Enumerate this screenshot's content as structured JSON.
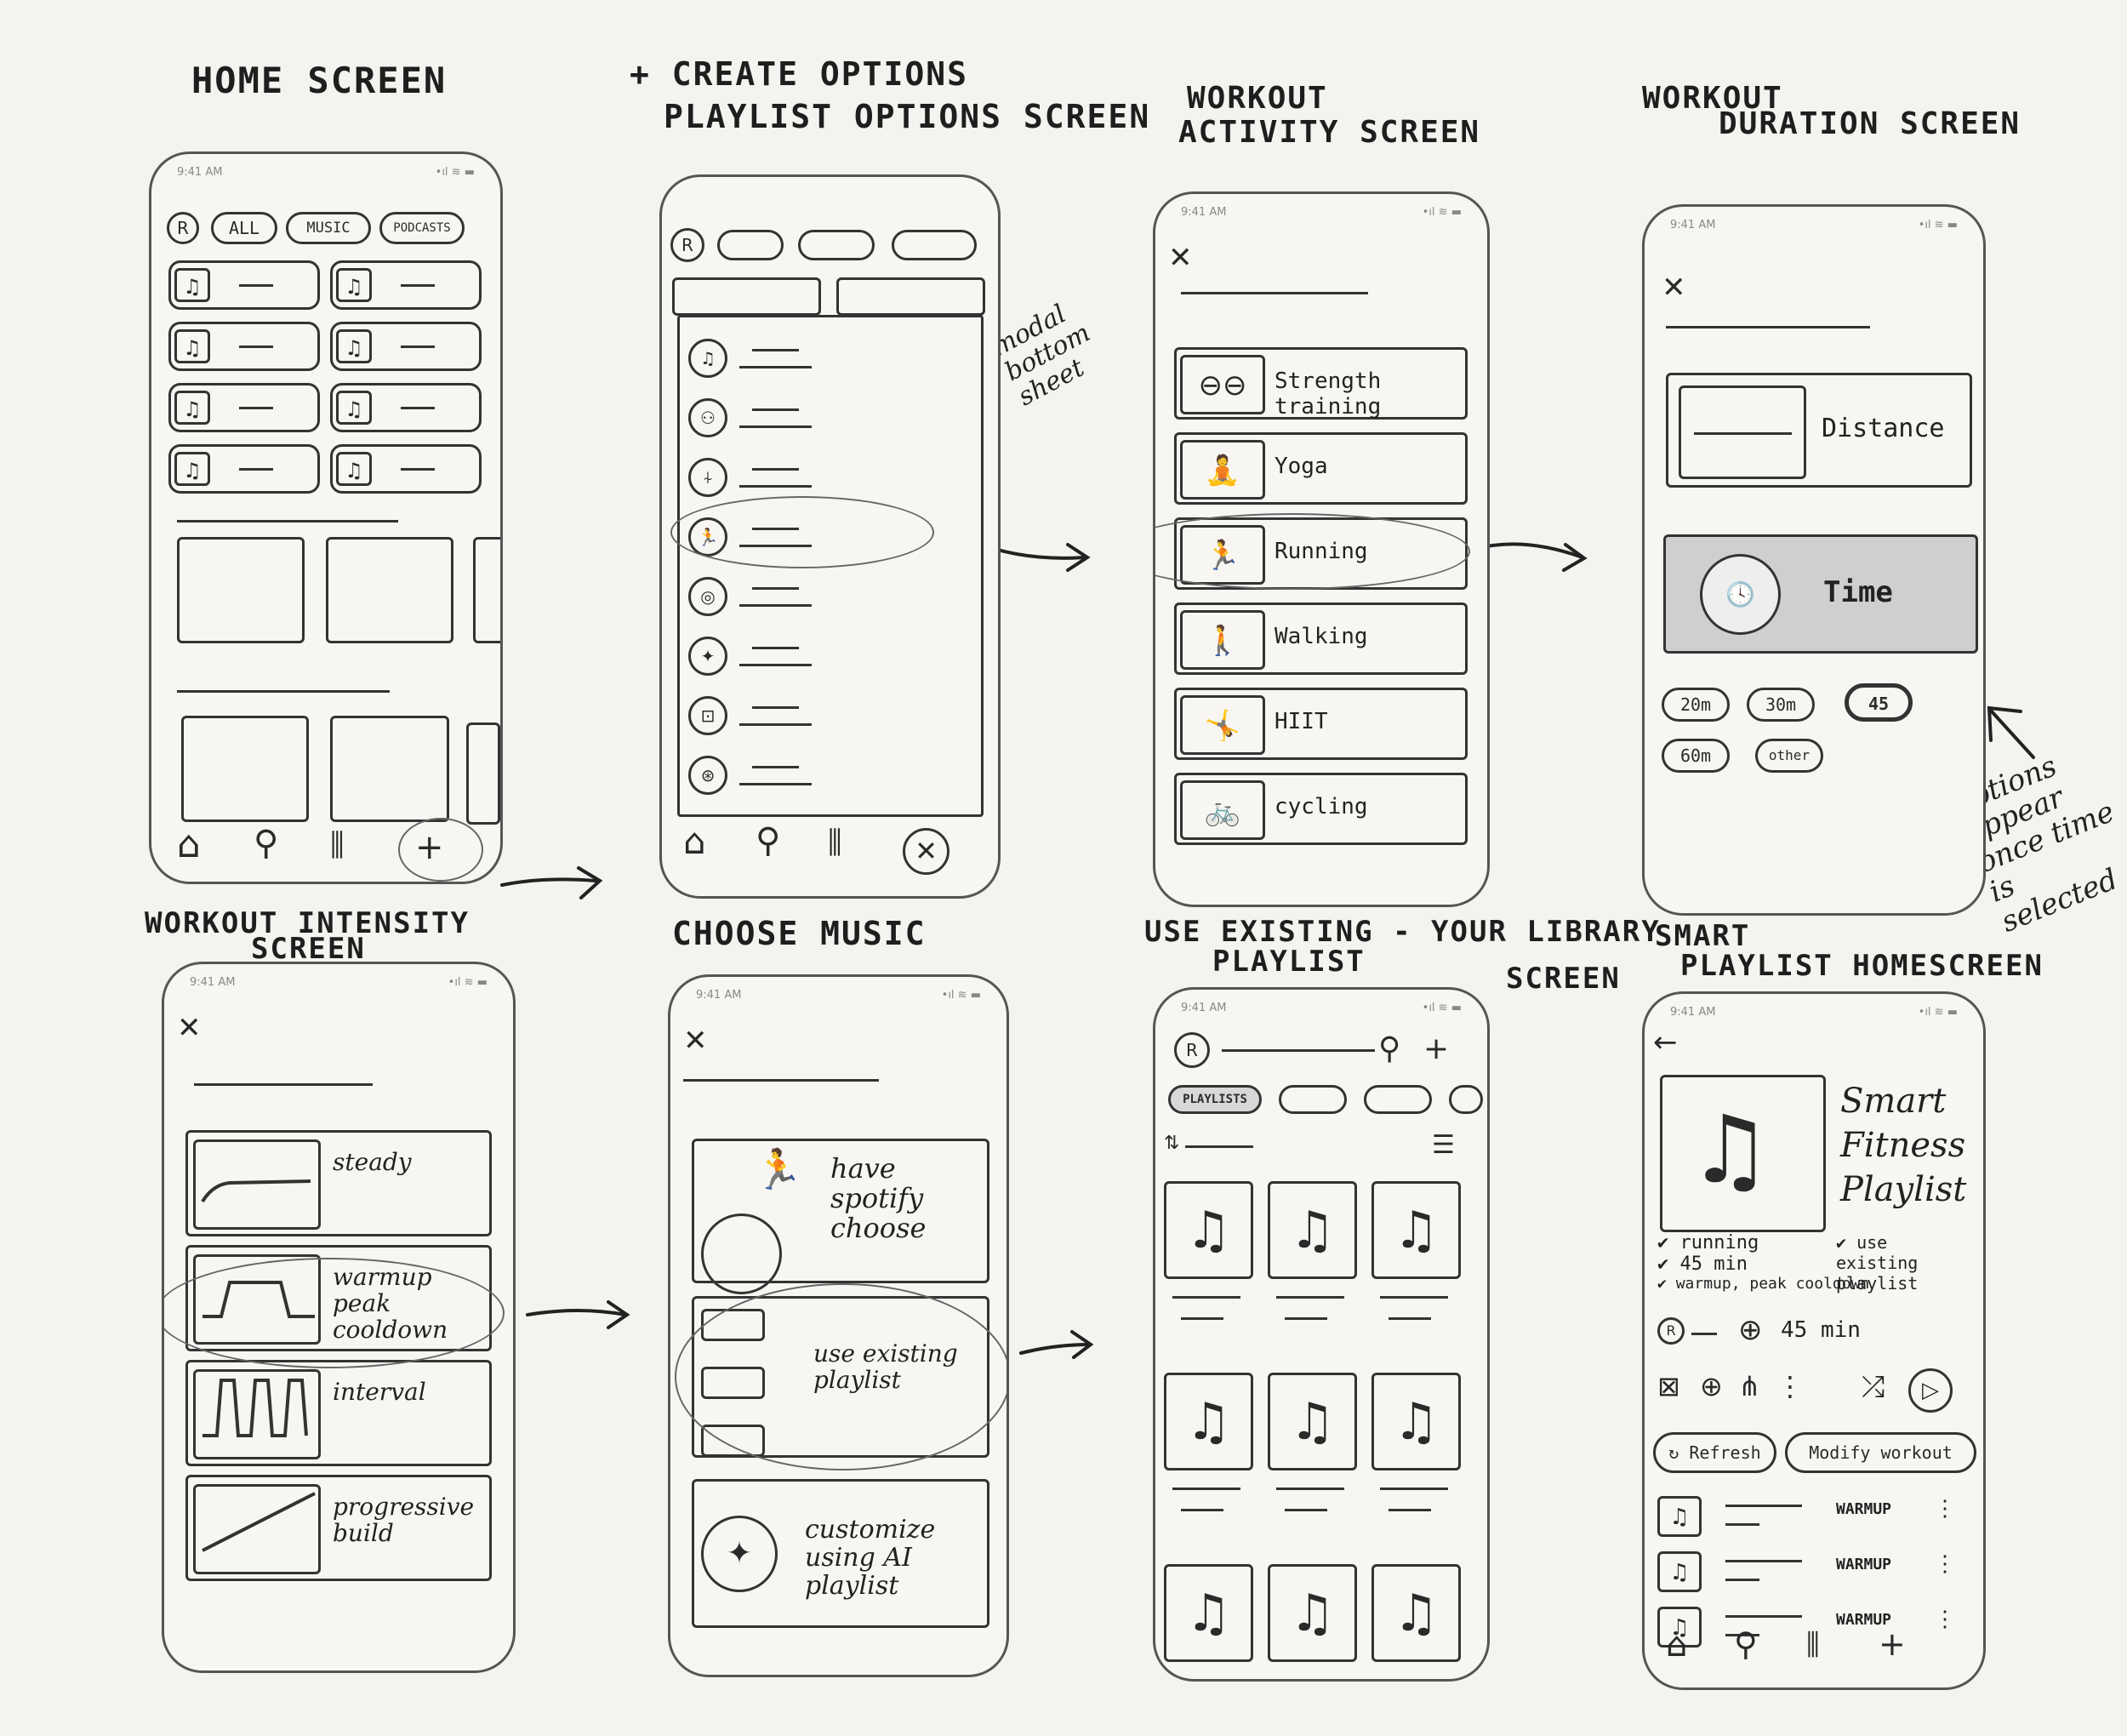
{
  "titles": {
    "home": "HOME SCREEN",
    "create": "+ CREATE OPTIONS",
    "create2": "PLAYLIST OPTIONS SCREEN",
    "activity": "WORKOUT",
    "activity2": "ACTIVITY SCREEN",
    "duration": "WORKOUT",
    "duration2": "DURATION SCREEN",
    "intensity": "WORKOUT INTENSITY",
    "intensity2": "SCREEN",
    "music": "CHOOSE MUSIC",
    "library": "USE EXISTING - YOUR LIBRARY",
    "library2": "PLAYLIST",
    "library3": "SCREEN",
    "smart": "SMART",
    "smart2": "PLAYLIST HOMESCREEN"
  },
  "notes": {
    "modal": "modal bottom sheet",
    "options": "options appear once time is selected"
  },
  "status": {
    "time": "9:41 AM",
    "signal": "•ıl ≋ ▬"
  },
  "home": {
    "avatar": "R",
    "chips": [
      "ALL",
      "MUSIC",
      "PODCASTS"
    ]
  },
  "activities": [
    "Strength training",
    "Yoga",
    "Running",
    "Walking",
    "HIIT",
    "cycling"
  ],
  "duration": {
    "options": [
      "Distance",
      "Time"
    ],
    "times": [
      "20m",
      "30m",
      "45",
      "60m",
      "other"
    ]
  },
  "intensity": [
    "steady",
    "warmup peak cooldown",
    "interval",
    "progressive build"
  ],
  "music": [
    "have spotify choose",
    "use existing playlist",
    "customize using AI playlist"
  ],
  "library": {
    "avatar": "R",
    "chip": "PLAYLISTS"
  },
  "smart": {
    "title": "Smart Fitness Playlist",
    "checks": [
      "running",
      "45 min",
      "warmup, peak cooldown"
    ],
    "check2": "use existing playlist",
    "duration": "45 min",
    "refresh": "Refresh",
    "modify": "Modify workout",
    "tracks": [
      "WARMUP",
      "WARMUP",
      "WARMUP"
    ]
  }
}
